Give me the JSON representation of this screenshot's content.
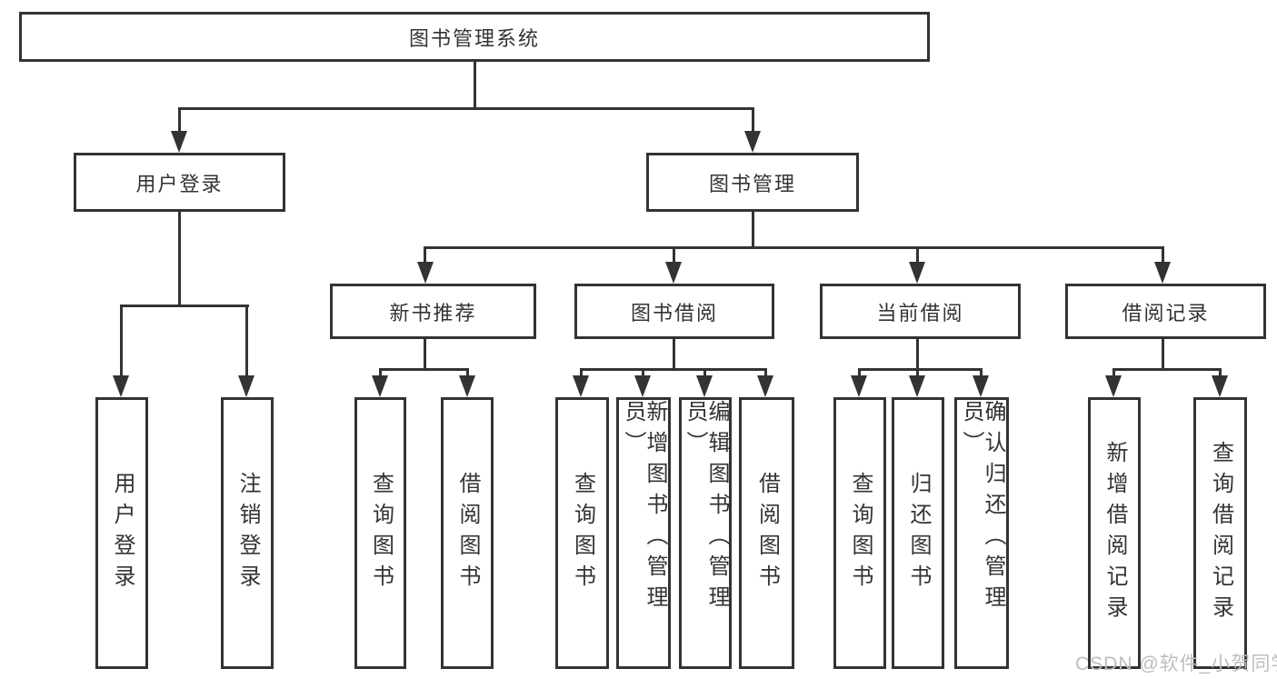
{
  "watermark": "CSDN @软件_小贺同学",
  "colors": {
    "line": "#333333",
    "text": "#333333",
    "box_background": "#ffffff",
    "watermark": "#bdbdbd",
    "page_background": "#ffffff"
  },
  "tree": {
    "label": "图书管理系统",
    "children": [
      {
        "label": "用户登录",
        "children": [
          {
            "label": "用户登录"
          },
          {
            "label": "注销登录"
          }
        ]
      },
      {
        "label": "图书管理",
        "children": [
          {
            "label": "新书推荐",
            "children": [
              {
                "label": "查询图书"
              },
              {
                "label": "借阅图书"
              }
            ]
          },
          {
            "label": "图书借阅",
            "children": [
              {
                "label": "查询图书"
              },
              {
                "label": "新增图书（管理员）"
              },
              {
                "label": "编辑图书（管理员）"
              },
              {
                "label": "借阅图书"
              }
            ]
          },
          {
            "label": "当前借阅",
            "children": [
              {
                "label": "查询图书"
              },
              {
                "label": "归还图书"
              },
              {
                "label": "确认归还（管理员）"
              }
            ]
          },
          {
            "label": "借阅记录",
            "children": [
              {
                "label": "新增借阅记录"
              },
              {
                "label": "查询借阅记录"
              }
            ]
          }
        ]
      }
    ]
  }
}
